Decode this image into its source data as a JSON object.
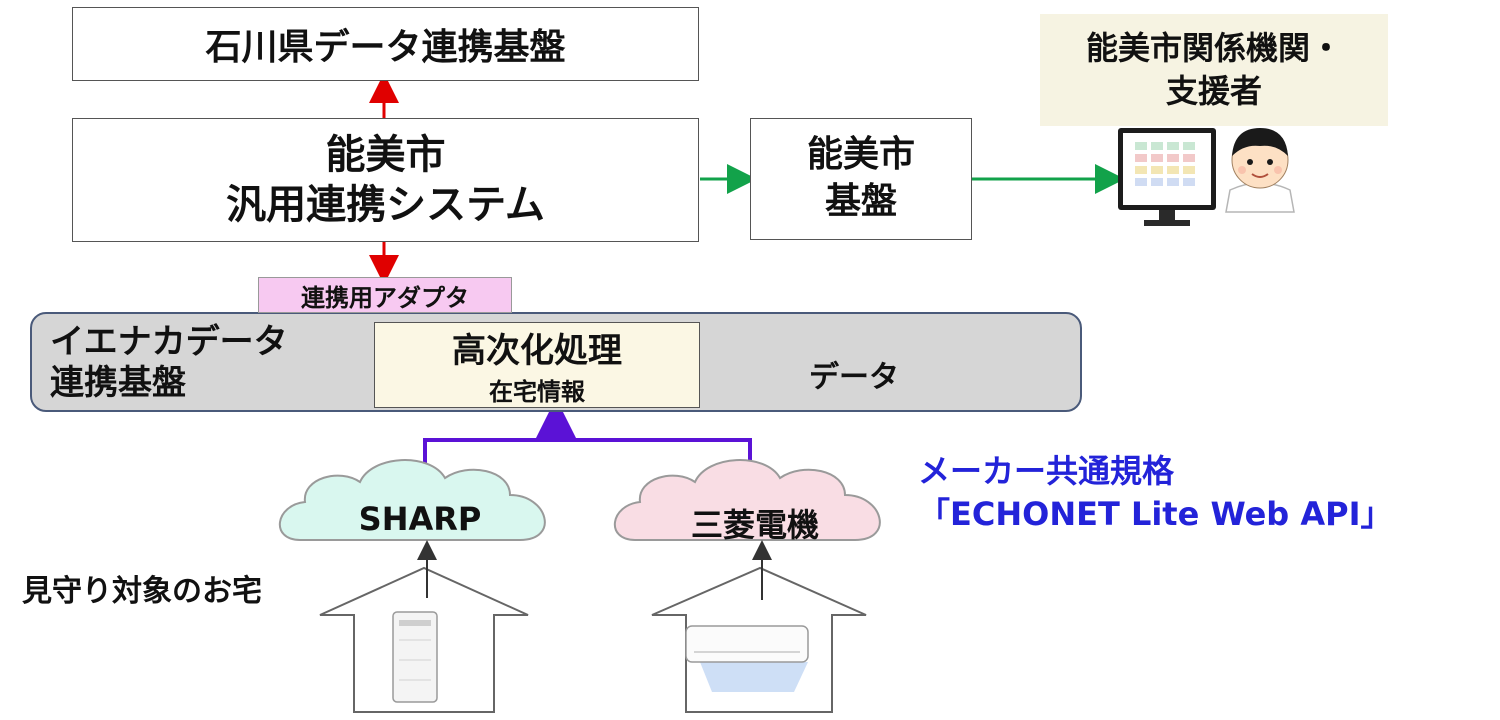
{
  "top_box": {
    "title": "石川県データ連携基盤"
  },
  "system_box": {
    "line1": "能美市",
    "line2": "汎用連携システム"
  },
  "city_box": {
    "line1": "能美市",
    "line2": "基盤"
  },
  "agencies": {
    "line1": "能美市関係機関・",
    "line2": "支援者"
  },
  "adapter": {
    "label": "連携用アダプタ"
  },
  "ienaka": {
    "line1": "イエナカデータ",
    "line2": "連携基盤",
    "process": {
      "title": "高次化処理",
      "subtitle": "在宅情報"
    },
    "data_label": "データ"
  },
  "standard": {
    "line1": "メーカー共通規格",
    "line2": "「ECHONET Lite Web API」"
  },
  "clouds": {
    "left": "SHARP",
    "right": "三菱電機"
  },
  "homes_label": "見守り対象のお宅",
  "colors": {
    "red_arrow": "#e00000",
    "green_arrow": "#12a24a",
    "purple_line": "#5b12d6",
    "adapter_bg": "#f7c9f1",
    "ienaka_bg": "#d6d6d6",
    "process_bg": "#fbf7e4",
    "agencies_bg": "#f6f3e2",
    "cloud_left": "#d9f7ef",
    "cloud_right": "#f9dde4",
    "standard_text": "#2323d9"
  }
}
